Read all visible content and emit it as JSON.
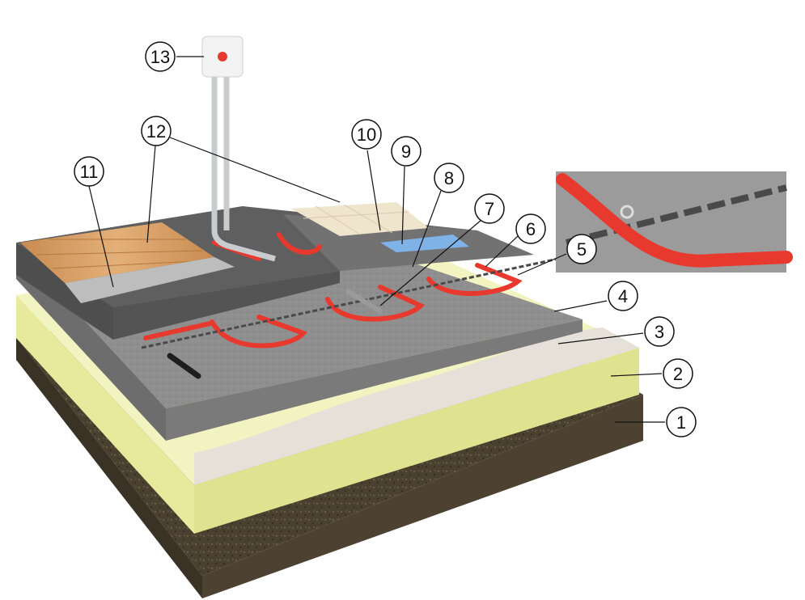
{
  "diagram": {
    "subject": "electric underfloor heating cable system – layered cross-section",
    "callouts": [
      {
        "number": "1",
        "part": "soil-base"
      },
      {
        "number": "2",
        "part": "insulation-layer"
      },
      {
        "number": "3",
        "part": "vapor-barrier-film"
      },
      {
        "number": "4",
        "part": "concrete-base-slab"
      },
      {
        "number": "5",
        "part": "mounting-tape"
      },
      {
        "number": "6",
        "part": "heating-cable"
      },
      {
        "number": "7",
        "part": "temperature-sensor"
      },
      {
        "number": "8",
        "part": "screed-layer"
      },
      {
        "number": "9",
        "part": "tile-adhesive"
      },
      {
        "number": "10",
        "part": "ceramic-tile"
      },
      {
        "number": "11",
        "part": "laminate-underlay"
      },
      {
        "number": "12",
        "part": "laminate-parquet-flooring"
      },
      {
        "number": "13",
        "part": "thermostat"
      }
    ],
    "colors": {
      "soil": "#4a4030",
      "insulation": "#eef0b0",
      "film": "#e4e0d8",
      "concrete": "#8a8a8a",
      "screed": "#6f6f6f",
      "cable": "#e8392e",
      "wood": "#d9a066",
      "tile": "#efe4cc",
      "adhesive": "#7fb3e8",
      "metal": "#c8cccf"
    }
  }
}
